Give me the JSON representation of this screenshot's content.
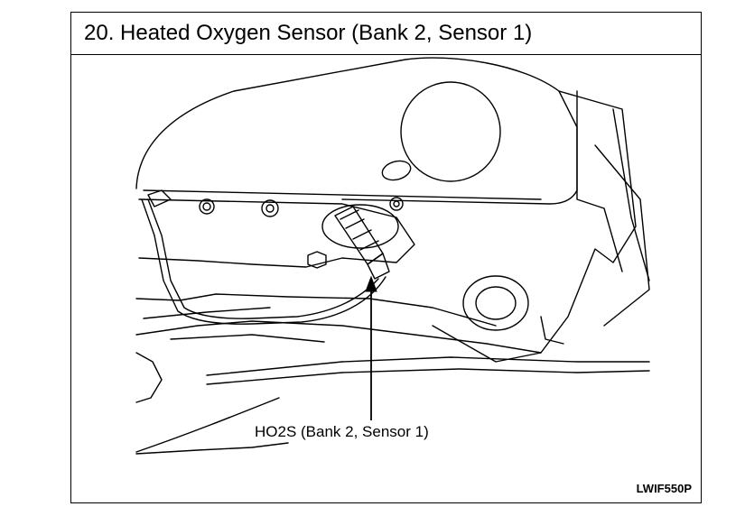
{
  "title": "20. Heated Oxygen Sensor (Bank 2, Sensor 1)",
  "callout_label": "HO2S (Bank 2, Sensor 1)",
  "figure_code": "LWIF550P",
  "colors": {
    "line": "#000000",
    "background": "#ffffff"
  }
}
